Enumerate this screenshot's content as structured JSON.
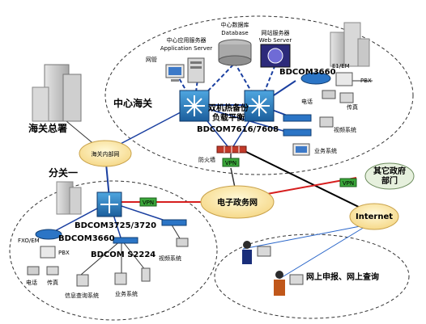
{
  "labels": {
    "central_db": "中心数据库",
    "database": "Database",
    "central_app_server": "中心应用服务器",
    "application_server": "Application Server",
    "web_server_cn": "网站服务器",
    "web_server": "Web Server",
    "gateway": "网管",
    "bdcom3660_top": "BDCOM3660",
    "e1em_top": "E1/EM",
    "pbx_top": "PBX",
    "central_customs": "中心海关",
    "dual_hot_backup": "双机热备份",
    "load_balance": "负载平衡",
    "bdcom7616": "BDCOM7616/7608",
    "phone_top": "电话",
    "fax_top": "传真",
    "video_system_top": "视频系统",
    "business_system_top": "业务系统",
    "customs_hq": "海关总署",
    "customs_internal_net": "海关内部网",
    "firewall": "防火墙",
    "vpn_center": "VPN",
    "branch_one": "分关一",
    "vpn_branch": "VPN",
    "egov_net": "电子政务网",
    "vpn_gov": "VPN",
    "other_gov": "其它政府",
    "other_gov2": "部门",
    "internet": "Internet",
    "bdcom3725": "BDCOM3725/3720",
    "bdcom3660_branch": "BDCOM3660",
    "fxo_em": "FXO/EM",
    "pbx_branch": "PBX",
    "bdcom_s2224": "BDCOM S2224",
    "video_system_branch": "视频系统",
    "phone_branch": "电话",
    "fax_branch": "传真",
    "info_query": "信息查询系统",
    "business_system_branch": "业务系统",
    "online_declare": "网上申报、网上查询"
  }
}
